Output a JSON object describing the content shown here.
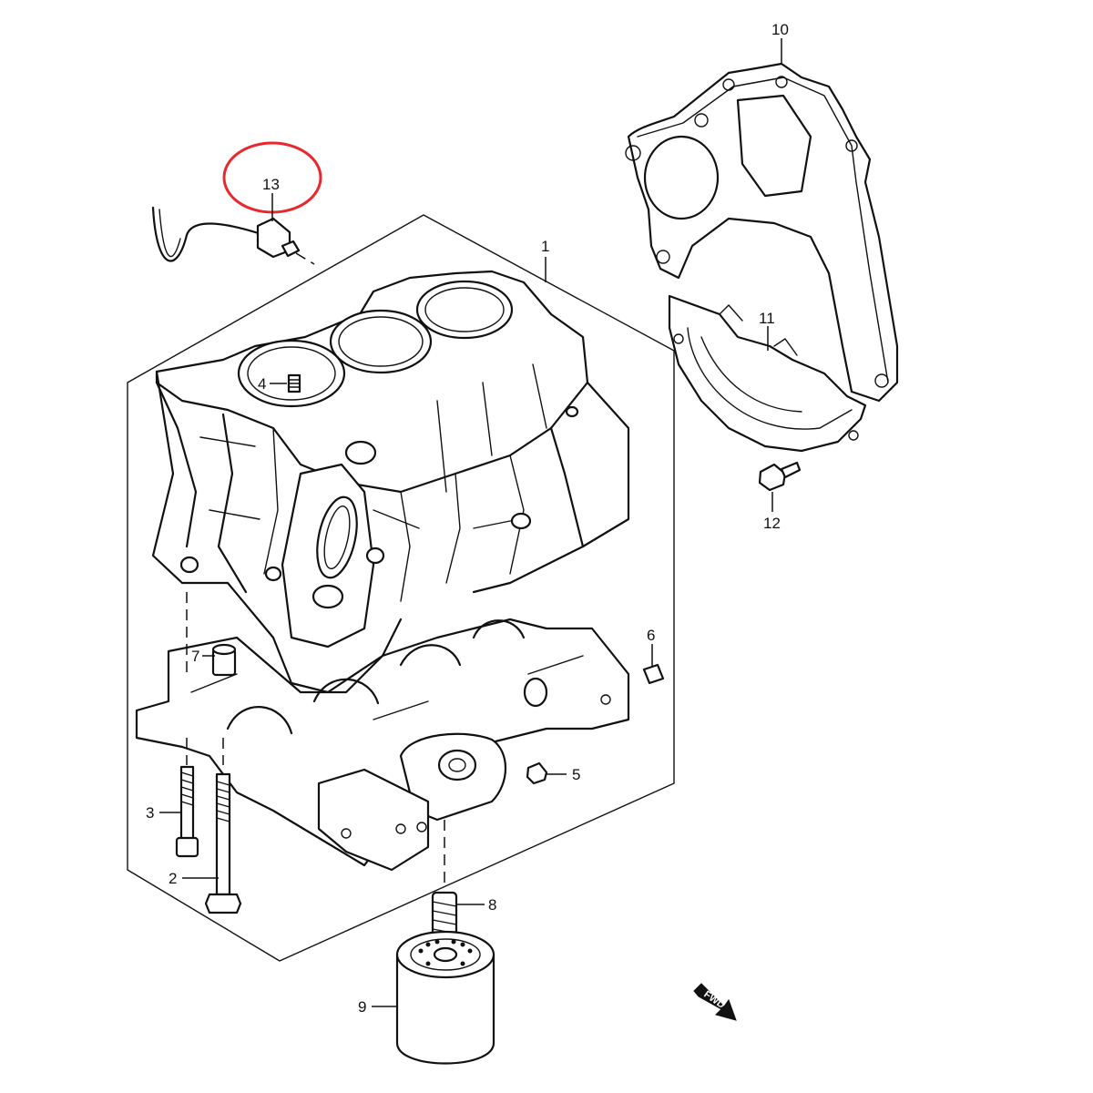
{
  "diagram": {
    "callouts": {
      "c1": "1",
      "c2": "2",
      "c3": "3",
      "c4": "4",
      "c5": "5",
      "c6": "6",
      "c7": "7",
      "c8": "8",
      "c9": "9",
      "c10": "10",
      "c11": "11",
      "c12": "12",
      "c13": "13"
    },
    "fwd_label": "FWD",
    "highlight": {
      "target": "13",
      "color": "#e8282d"
    }
  }
}
